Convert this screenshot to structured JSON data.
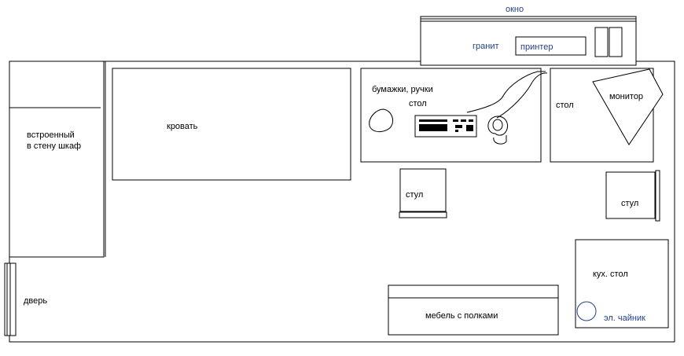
{
  "labels": {
    "window": "окно",
    "granite": "гранит",
    "printer": "принтер",
    "papers": "бумажки, ручки",
    "desk_left": "стол",
    "desk_right": "стол",
    "monitor": "монитор",
    "wardrobe_line1": "встроенный",
    "wardrobe_line2": "в стену шкаф",
    "bed": "кровать",
    "chair_left": "стул",
    "chair_right": "стул",
    "kitchen_table": "кух. стол",
    "kettle": "эл. чайник",
    "door": "дверь",
    "shelves": "мебель с полками"
  },
  "colors": {
    "lines": "#000000",
    "window_text": "#1f3fa0"
  }
}
